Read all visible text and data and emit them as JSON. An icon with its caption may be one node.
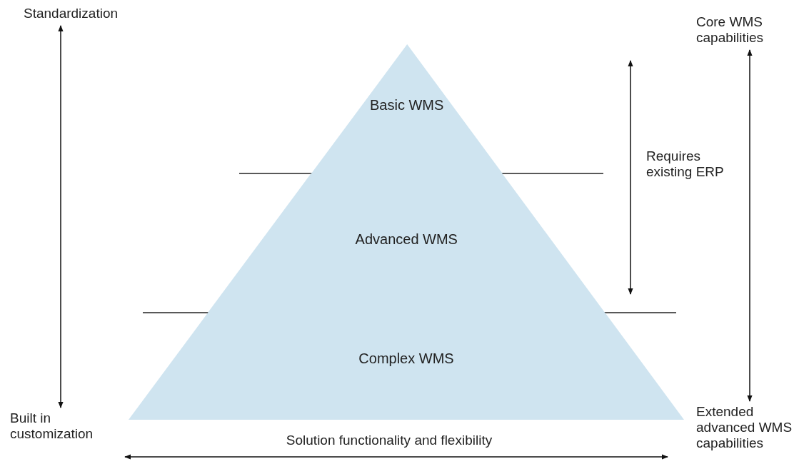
{
  "diagram": {
    "nodes": [
      {
        "text": [
          "Standardization"
        ]
      },
      {
        "text": [
          "Built in customization"
        ]
      },
      {
        "text": [
          "Core WMS capabilities"
        ]
      },
      {
        "text": [
          "Extended advanced WMS capabilities"
        ]
      },
      {
        "text": [
          "Basic WMS"
        ]
      },
      {
        "text": [
          "Advanced WMS"
        ]
      },
      {
        "text": [
          "Complex WMS"
        ]
      }
    ],
    "edges": [
      {
        "from": 0,
        "to": 1,
        "arrow": "both"
      },
      {
        "from": 2,
        "to": 3,
        "arrow": "both"
      }
    ],
    "labels": [
      "Requires existing ERP",
      "Solution functionality and flexibility"
    ]
  }
}
